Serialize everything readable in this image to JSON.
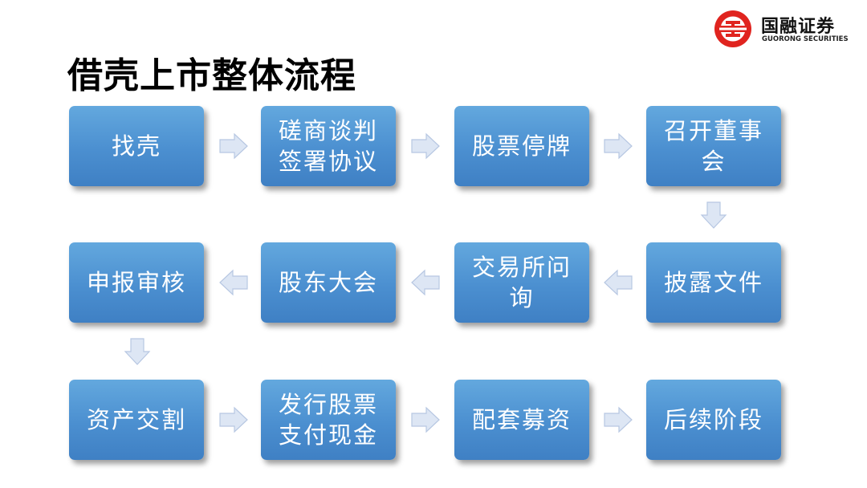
{
  "title": "借壳上市整体流程",
  "logo": {
    "name": "国融证券",
    "subtitle": "GUORONG SECURITIES",
    "icon": "guorong-logo-icon",
    "brand_color": "#e0241f"
  },
  "colors": {
    "box_top": "#63a8de",
    "box_bottom": "#3f80c4",
    "arrow_fill": "#dde6f4",
    "arrow_stroke": "#b7c7e2",
    "text": "#ffffff"
  },
  "steps": [
    {
      "label": "找壳"
    },
    {
      "label": "磋商谈判签署协议"
    },
    {
      "label": "股票停牌"
    },
    {
      "label": "召开董事会"
    },
    {
      "label": "披露文件"
    },
    {
      "label": "交易所问询"
    },
    {
      "label": "股东大会"
    },
    {
      "label": "申报审核"
    },
    {
      "label": "资产交割"
    },
    {
      "label": "发行股票支付现金"
    },
    {
      "label": "配套募资"
    },
    {
      "label": "后续阶段"
    }
  ],
  "step_lines": [
    [
      "找壳"
    ],
    [
      "磋商谈判",
      "签署协议"
    ],
    [
      "股票停牌"
    ],
    [
      "召开董事",
      "会"
    ],
    [
      "披露文件"
    ],
    [
      "交易所问",
      "询"
    ],
    [
      "股东大会"
    ],
    [
      "申报审核"
    ],
    [
      "资产交割"
    ],
    [
      "发行股票",
      "支付现金"
    ],
    [
      "配套募资"
    ],
    [
      "后续阶段"
    ]
  ],
  "connectors": [
    {
      "from": 0,
      "to": 1,
      "direction": "right"
    },
    {
      "from": 1,
      "to": 2,
      "direction": "right"
    },
    {
      "from": 2,
      "to": 3,
      "direction": "right"
    },
    {
      "from": 3,
      "to": 4,
      "direction": "down"
    },
    {
      "from": 4,
      "to": 5,
      "direction": "left"
    },
    {
      "from": 5,
      "to": 6,
      "direction": "left"
    },
    {
      "from": 6,
      "to": 7,
      "direction": "left"
    },
    {
      "from": 7,
      "to": 8,
      "direction": "down"
    },
    {
      "from": 8,
      "to": 9,
      "direction": "right"
    },
    {
      "from": 9,
      "to": 10,
      "direction": "right"
    },
    {
      "from": 10,
      "to": 11,
      "direction": "right"
    }
  ]
}
